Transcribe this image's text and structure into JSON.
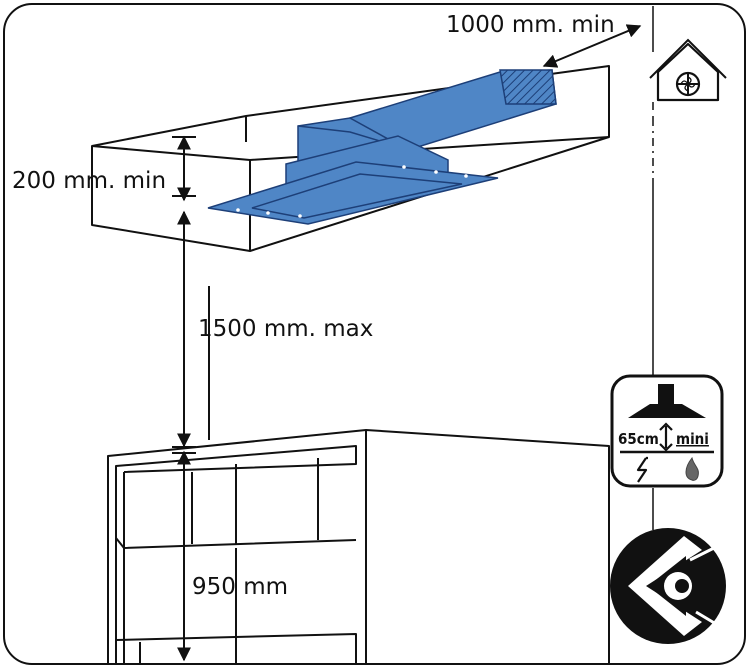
{
  "frame": {
    "border_color": "#111111",
    "background": "#ffffff"
  },
  "colors": {
    "hood_fill": "#4f86c6",
    "hood_stroke": "#1d3f78",
    "line": "#111111"
  },
  "dimensions": {
    "duct_length": "1000 mm. min",
    "ceiling_height": "200 mm. min",
    "hood_to_hob": "1500 mm. max",
    "worktop_height": "950 mm"
  },
  "icons": {
    "exhaust": {
      "name": "house-fan-icon"
    },
    "hob_distance": {
      "name": "hood-hob-distance-icon",
      "distance": "65cm",
      "min": "mini"
    },
    "view": {
      "name": "eye-view-icon"
    }
  }
}
